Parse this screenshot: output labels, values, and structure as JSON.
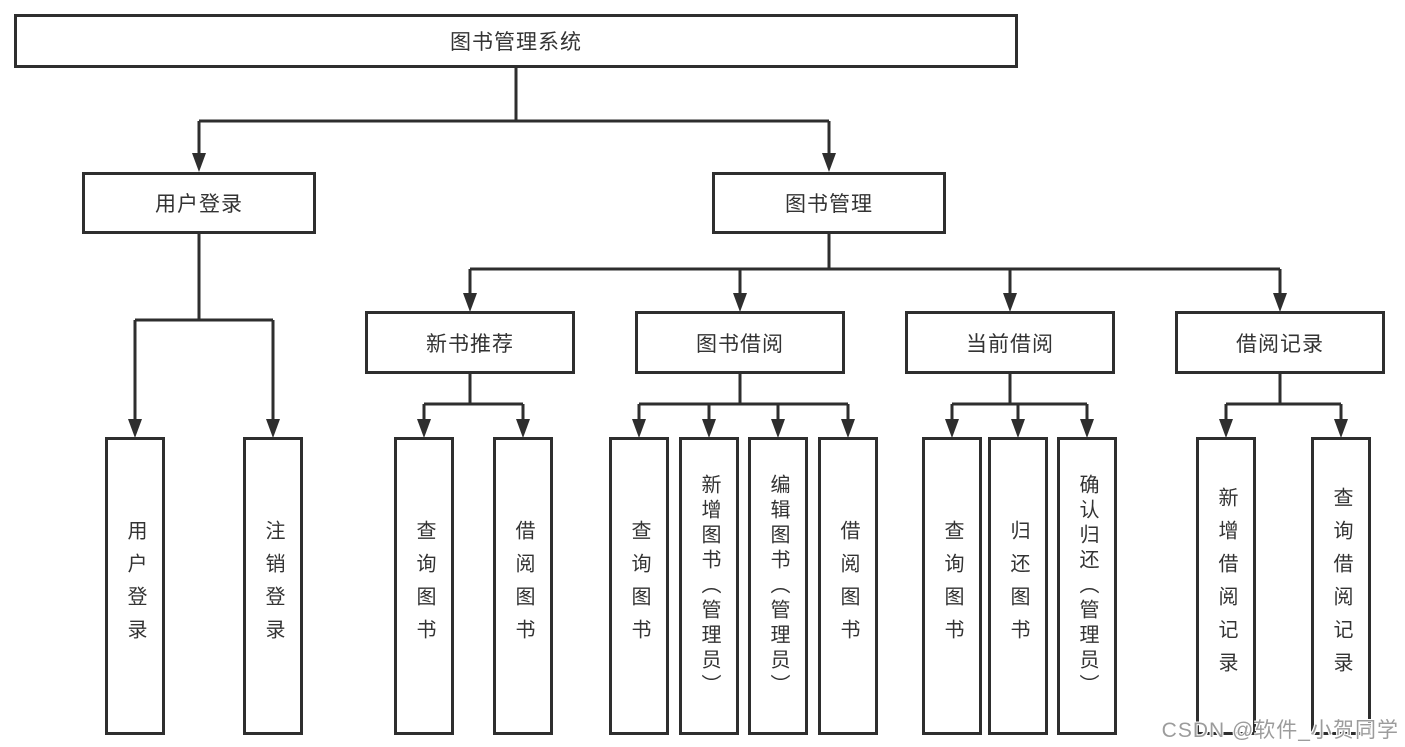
{
  "diagram": {
    "root": {
      "label": "图书管理系统"
    },
    "level1": [
      {
        "label": "用户登录"
      },
      {
        "label": "图书管理"
      }
    ],
    "level2": [
      {
        "label": "新书推荐"
      },
      {
        "label": "图书借阅"
      },
      {
        "label": "当前借阅"
      },
      {
        "label": "借阅记录"
      }
    ],
    "level3": [
      {
        "label": "用户登录"
      },
      {
        "label": "注销登录"
      },
      {
        "label": "查询图书"
      },
      {
        "label": "借阅图书"
      },
      {
        "label": "查询图书"
      },
      {
        "label": "新增图书（管理员）"
      },
      {
        "label": "编辑图书（管理员）"
      },
      {
        "label": "借阅图书"
      },
      {
        "label": "查询图书"
      },
      {
        "label": "归还图书"
      },
      {
        "label": "确认归还（管理员）"
      },
      {
        "label": "新增借阅记录"
      },
      {
        "label": "查询借阅记录"
      }
    ],
    "colors": {
      "line": "#2e2e2e",
      "text": "#333333",
      "box_background": "#ffffff"
    }
  },
  "watermark": {
    "text": "CSDN @软件_小贺同学",
    "color": "#9c9c9c"
  }
}
